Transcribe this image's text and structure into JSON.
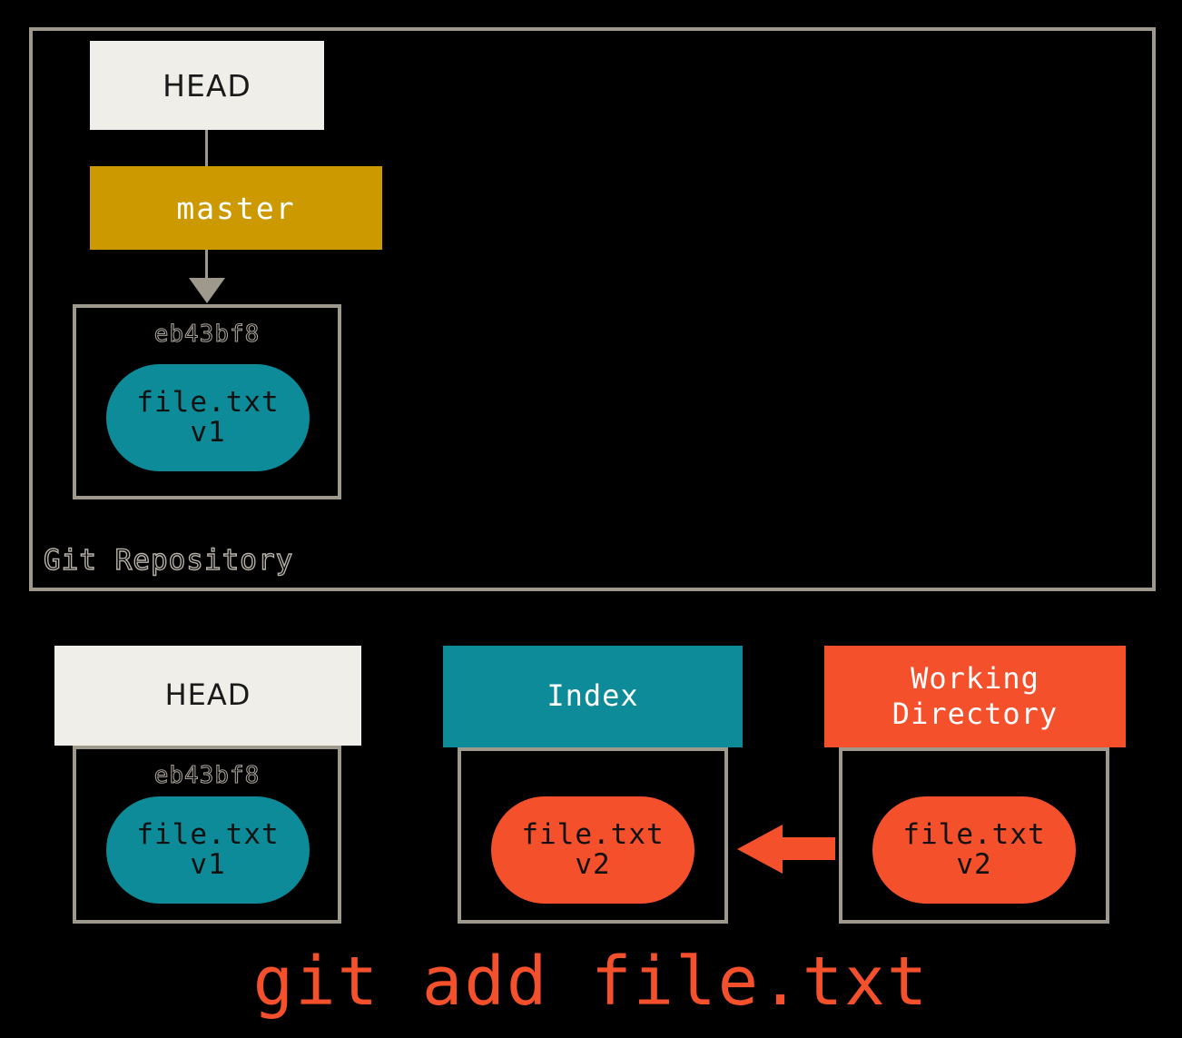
{
  "diagram": {
    "title": "git add file.txt",
    "repository": {
      "label": "Git Repository",
      "head_ref": {
        "label": "HEAD"
      },
      "branch_ref": {
        "label": "master"
      },
      "commit": {
        "hash": "eb43bf8",
        "blob": {
          "filename": "file.txt",
          "version": "v1"
        }
      },
      "connectors": [
        {
          "name": "head-to-master",
          "style": "line"
        },
        {
          "name": "master-to-commit",
          "style": "arrow"
        }
      ]
    },
    "areas": [
      {
        "id": "head",
        "header": "HEAD",
        "hash": "eb43bf8",
        "blob": {
          "filename": "file.txt",
          "version": "v1"
        }
      },
      {
        "id": "index",
        "header": "Index",
        "hash": "",
        "blob": {
          "filename": "file.txt",
          "version": "v2"
        }
      },
      {
        "id": "working-directory",
        "header_line1": "Working",
        "header_line2": "Directory",
        "hash": "",
        "blob": {
          "filename": "file.txt",
          "version": "v2"
        }
      }
    ],
    "arrow": {
      "name": "stage-arrow",
      "direction": "left",
      "from": "working-directory",
      "to": "index"
    },
    "colors": {
      "background": "#000000",
      "frame_border": "#9e988d",
      "head_box": "#efeee8",
      "branch_box": "#cc9a00",
      "teal_blob": "#0d8b99",
      "red_blob": "#f4502b",
      "command_text": "#f4502b",
      "hash_text": "#a49e94"
    }
  }
}
